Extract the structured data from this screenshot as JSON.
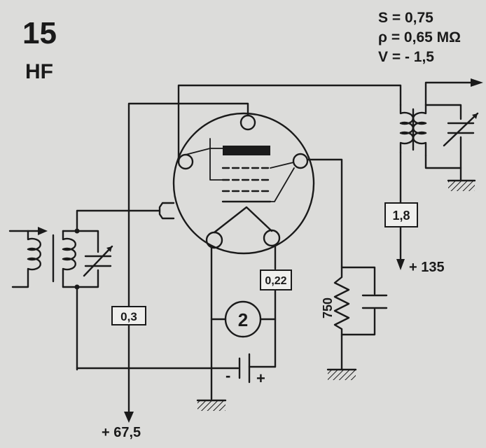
{
  "header": {
    "number": "15",
    "band": "HF"
  },
  "specs": {
    "s": "S = 0,75",
    "rho": "ρ = 0,65 MΩ",
    "v": "V = - 1,5"
  },
  "components": {
    "r_grid2": "0,3",
    "r_anode": "1,8",
    "r_bias": "0,22",
    "r_cathode": "750",
    "meter": "2",
    "battery_minus": "-",
    "battery_plus": "+"
  },
  "supplies": {
    "screen_voltage": "+ 67,5",
    "anode_voltage": "+ 135"
  },
  "colors": {
    "ink": "#1a1a1a",
    "paper": "#dcdcda"
  }
}
